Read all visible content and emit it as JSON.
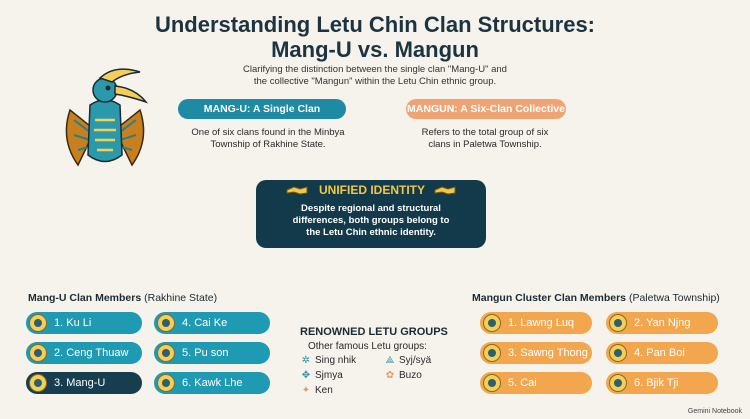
{
  "header": {
    "title_line1": "Understanding Letu Chin Clan Structures:",
    "title_line2": "Mang-U vs. Mangun",
    "subtitle_line1": "Clarifying the distinction between the single clan \"Mang-U\" and",
    "subtitle_line2": "the collective \"Mangun\" within the Letu Chin ethnic group."
  },
  "comparison": {
    "mangu_pill": "MANG-U: A Single Clan",
    "mangu_desc_line1": "One of six clans found in the Minbya",
    "mangu_desc_line2": "Township of Rakhine State.",
    "mangun_pill": "MANGUN: A Six-Clan Collective",
    "mangun_desc_line1": "Refers to the total group of six",
    "mangun_desc_line2": "clans in Paletwa Township."
  },
  "unified": {
    "title": "UNIFIED IDENTITY",
    "text_line1": "Despite regional and structural",
    "text_line2": "differences, both groups belong to",
    "text_line3": "the Letu Chin ethnic identity."
  },
  "left_section": {
    "heading_bold": "Mang-U",
    "heading_rest": " Clan Members",
    "heading_paren": " (Rakhine State)",
    "members": [
      "1. Ku Li",
      "2. Ceng Thuaw",
      "3. Mang-U",
      "4. Cai Ke",
      "5. Pu son",
      "6. Kawk Lhe"
    ]
  },
  "right_section": {
    "heading_bold": "Mangun Cluster Clan Members",
    "heading_paren": " (Paletwa Township)",
    "members": [
      "1. Lawng Luq",
      "2. Yan Njng",
      "3. Sawng Thong",
      "4. Pan Boi",
      "5. Cai",
      "6. Bjik Tji"
    ]
  },
  "groups": {
    "title": "RENOWNED LETU GROUPS",
    "subtitle": "Other famous Letu groups:",
    "items": [
      "Sing nhik",
      "Syj/syä",
      "Sjmya",
      "Buzo",
      "Ken"
    ]
  },
  "footer": {
    "brand": "Gemini Notebook"
  },
  "colors": {
    "teal": "#1e9ab3",
    "dark_teal": "#173e4f",
    "orange": "#f2a64e",
    "peach": "#f0a476",
    "gold": "#f2c848"
  },
  "icons": {
    "bird": "hornbill-emblem-icon",
    "hands": "handshake-icon",
    "medal": "clan-medal-icon"
  }
}
